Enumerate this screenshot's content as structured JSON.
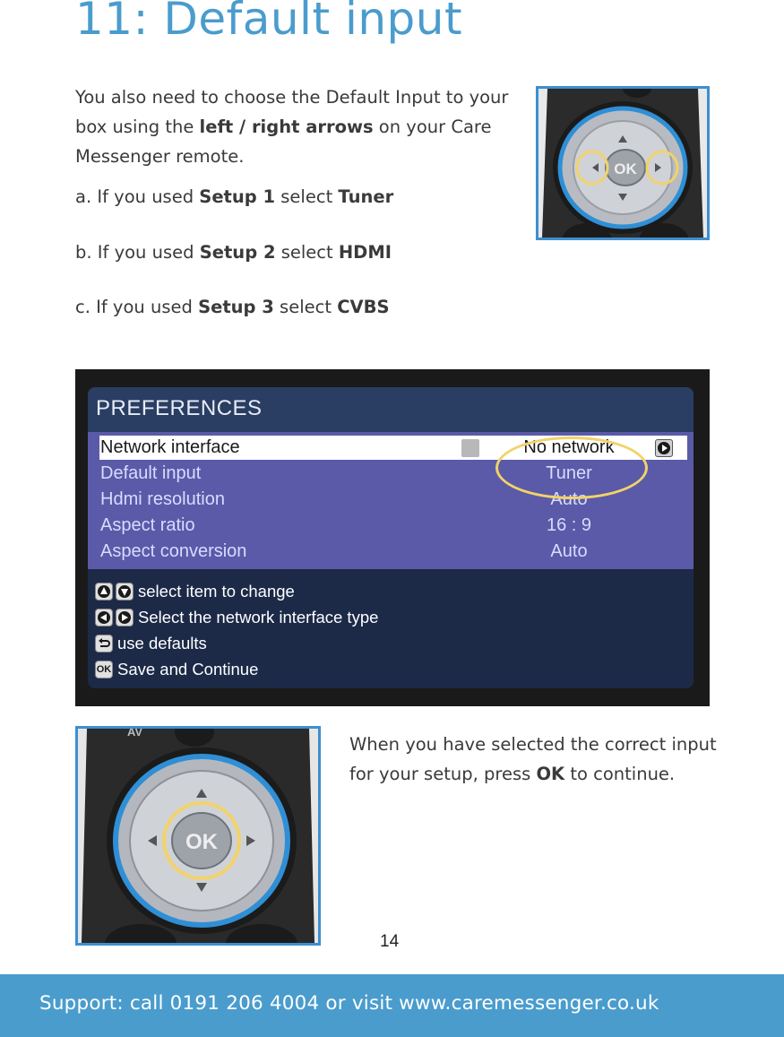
{
  "page": {
    "title": "11: Default input",
    "intro": {
      "pre": "You also need to choose the Default Input to your box using the ",
      "bold": "left / right arrows",
      "post": " on your Care Messenger remote."
    },
    "options": [
      {
        "prefix": "a. If you used ",
        "setup": "Setup 1",
        "mid": " select ",
        "input": "Tuner"
      },
      {
        "prefix": "b. If you used ",
        "setup": "Setup 2",
        "mid": " select ",
        "input": "HDMI"
      },
      {
        "prefix": "c. If you used ",
        "setup": "Setup 3",
        "mid": " select ",
        "input": "CVBS"
      }
    ],
    "outro": {
      "pre": "When you have selected the correct input for your setup, press ",
      "bold": "OK",
      "post": " to continue."
    },
    "page_number": "14",
    "footer": "Support: call 0191 206 4004 or visit www.caremessenger.co.uk"
  },
  "tv": {
    "title": "PREFERENCES",
    "rows": [
      {
        "label": "Network interface",
        "value": "No network"
      },
      {
        "label": "Default input",
        "value": "Tuner"
      },
      {
        "label": "Hdmi resolution",
        "value": "Auto"
      },
      {
        "label": "Aspect ratio",
        "value": "16 : 9"
      },
      {
        "label": "Aspect conversion",
        "value": "Auto"
      }
    ],
    "help": [
      {
        "icon": "up-down-arrows-icon",
        "text": "select item to change"
      },
      {
        "icon": "left-right-arrows-icon",
        "text": "Select the network interface type"
      },
      {
        "icon": "back-arrow-icon",
        "text": "use defaults"
      },
      {
        "icon": "ok-key-icon",
        "text": "Save and Continue",
        "key_label": "OK"
      }
    ]
  },
  "remote": {
    "ok_label": "OK",
    "av_label": "AV"
  },
  "colors": {
    "accent": "#4a9ccd",
    "highlight_ring": "#f2d26a",
    "frame": "#3d8fd0"
  }
}
